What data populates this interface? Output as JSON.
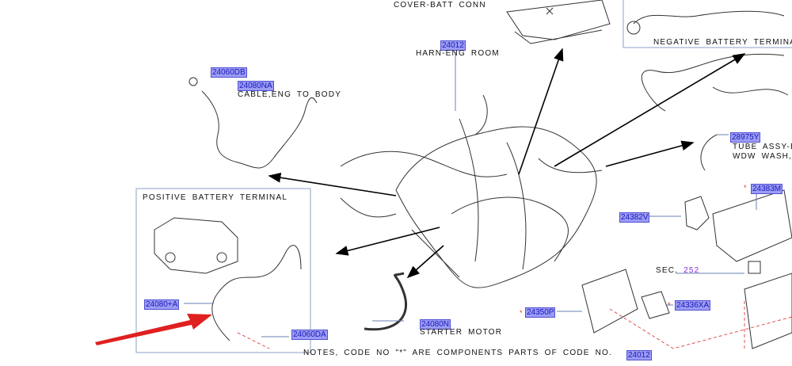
{
  "titles": {
    "cover_batt_conn": "COVER-BATT  CONN",
    "harn_eng_room": "HARN-ENG  ROOM",
    "cable_eng_to_body": "CABLE,ENG  TO  BODY",
    "negative_battery_terminal": "NEGATIVE  BATTERY  TERMINAL",
    "tube_assy": "TUBE  ASSY-BA",
    "wdw_wash": "WDW  WASH,",
    "positive_battery_terminal": "POSITIVE  BATTERY  TERMINAL",
    "starter_motor": "STARTER  MOTOR",
    "sec_label": "SEC.",
    "sec_number": "252",
    "notes": "NOTES,  CODE  NO  \"*\"  ARE  COMPONENTS  PARTS  OF  CODE  NO."
  },
  "codes": {
    "harn": "24012",
    "c24060db": "24060DB",
    "c24080na": "24080NA",
    "c28975y": "28975Y",
    "c24383m": "24383M",
    "c24382v": "24382V",
    "c24336xa": "24336XA",
    "c24350p": "24350P",
    "c24012b": "24012",
    "c24080a": "24080+A",
    "c24060da": "24060DA",
    "c24080n": "24080N"
  },
  "star": "*",
  "colors": {
    "highlight": "#9c9cf6",
    "arrow_red": "#e02020",
    "code_text": "#1a1ab8"
  }
}
